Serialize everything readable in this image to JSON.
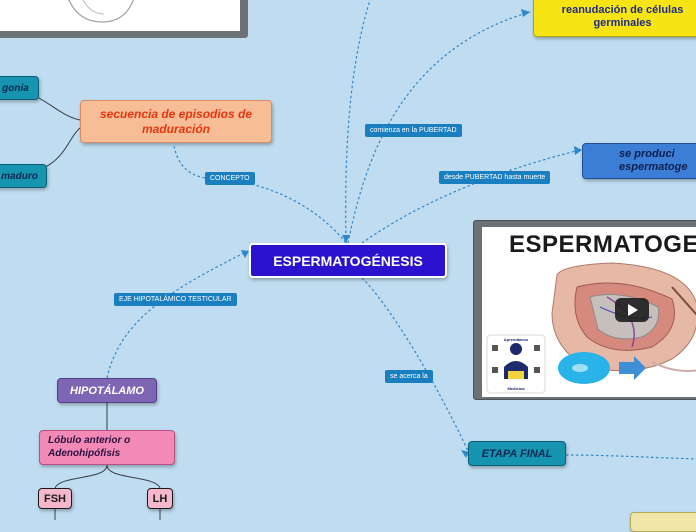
{
  "colors": {
    "line": "#3a3f46",
    "dashed_link": "#2f86c8",
    "link_label_bg": "#1a7fc0",
    "central": "#2b12cf",
    "orange": "#f6bd96",
    "orange_text": "#e8350f",
    "teal": "#1794b0",
    "yellow": "#f7e414",
    "blue_node": "#3c7ed6",
    "purple": "#7e66b4",
    "pink": "#f289b7",
    "light_pink": "#f4b7cc"
  },
  "central": {
    "title": "ESPERMATOGÉNESIS"
  },
  "nodes": {
    "sequence": "secuencia de episodios de maduración",
    "goni": "gonia",
    "maduro": "maduro",
    "reanudacion": "reanudación de células germinales",
    "producir": "se produci espermatoge",
    "hipotalamo": "HIPOTÁLAMO",
    "lobulo": "Lóbulo anterior o Adenohipófisis",
    "fsh": "FSH",
    "lh": "LH",
    "etapa_final": "ETAPA FINAL"
  },
  "links": {
    "concepto": "CONCEPTO",
    "pubertad": "comienza en la PUBERTAD",
    "hasta_muerte": "desde PUBERTAD hasta muerte",
    "eje": "EJE HIPOTALÁMICO TESTICULAR",
    "acerca": "se acerca la"
  },
  "media": {
    "title": "ESPERMATOGE",
    "icon": "play-icon",
    "badge_top": "Aprendamos",
    "badge_bottom": "Medicina"
  }
}
